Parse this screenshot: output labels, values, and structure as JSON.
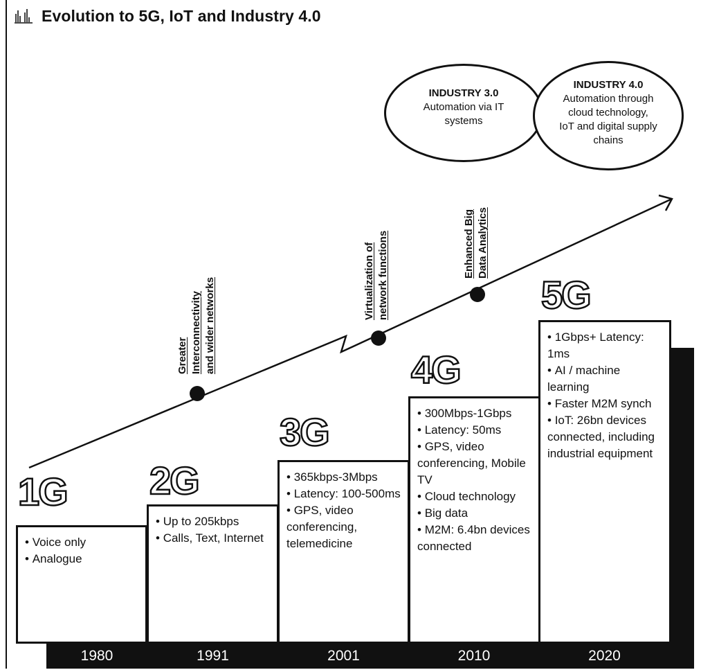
{
  "title": "Evolution to 5G, IoT and Industry 4.0",
  "icons": {
    "title_icon": "bar-chart-icon"
  },
  "colors": {
    "ink": "#111111",
    "paper": "#ffffff"
  },
  "industry": [
    {
      "heading": "INDUSTRY 3.0",
      "lines": [
        "Automation via IT",
        "systems"
      ]
    },
    {
      "heading": "INDUSTRY 4.0",
      "lines": [
        "Automation through",
        "cloud technology,",
        "IoT and digital supply",
        "chains"
      ]
    }
  ],
  "milestones": [
    {
      "lines": [
        "Greater",
        "Interconnectivity",
        "and wider networks"
      ]
    },
    {
      "lines": [
        "Virtualization of",
        "network functions"
      ]
    },
    {
      "lines": [
        "Enhanced Big",
        "Data Analytics"
      ]
    }
  ],
  "generations": [
    {
      "label": "1G",
      "year": "1980",
      "features": [
        "Voice only",
        "Analogue"
      ]
    },
    {
      "label": "2G",
      "year": "1991",
      "features": [
        "Up to 205kbps",
        "Calls, Text, Internet"
      ]
    },
    {
      "label": "3G",
      "year": "2001",
      "features": [
        "365kbps-3Mbps",
        "Latency: 100-500ms",
        "GPS, video conferencing, telemedicine"
      ]
    },
    {
      "label": "4G",
      "year": "2010",
      "features": [
        "300Mbps-1Gbps",
        "Latency: 50ms",
        "GPS, video conferencing, Mobile TV",
        "Cloud technology",
        "Big data",
        "M2M: 6.4bn devices connected"
      ]
    },
    {
      "label": "5G",
      "year": "2020",
      "features": [
        "1Gbps+ Latency: 1ms",
        "AI / machine learning",
        "Faster M2M synch",
        "IoT: 26bn devices connected, including industrial equipment"
      ]
    }
  ]
}
